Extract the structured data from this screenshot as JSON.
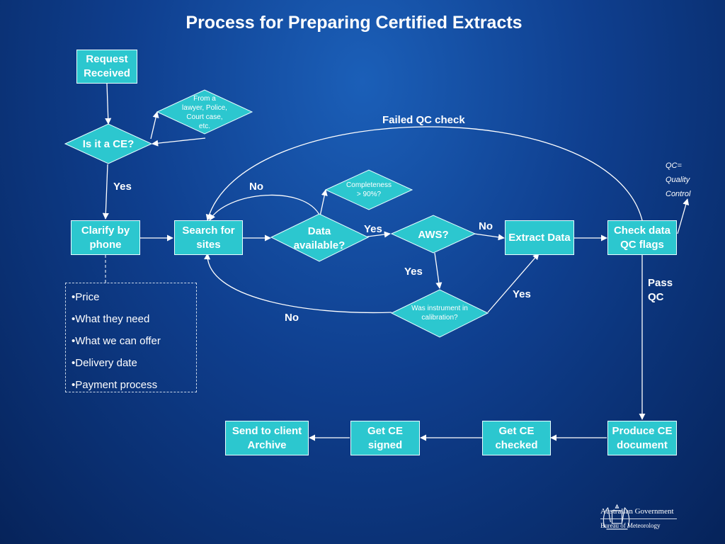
{
  "title": "Process for Preparing Certified Extracts",
  "nodes": {
    "request_received": "Request\nReceived",
    "is_it_ce": "Is it a CE?",
    "from_a_lawyer": "From a\nlawyer, Police,\nCourt case,\netc.",
    "clarify_by_phone": "Clarify by\nphone",
    "search_for_sites": "Search for\nsites",
    "data_available": "Data\navailable?",
    "completeness": "Completeness\n> 90%?",
    "aws": "AWS?",
    "extract_data": "Extract Data",
    "check_data_qc": "Check data\nQC flags",
    "was_instrument": "Was instrument in\ncalibration?",
    "produce_ce": "Produce CE\ndocument",
    "get_ce_checked": "Get CE\nchecked",
    "get_ce_signed": "Get CE\nsigned",
    "send_to_client": "Send to client\nArchive"
  },
  "labels": {
    "failed_qc_check": "Failed QC check",
    "yes_ce": "Yes",
    "no_data": "No",
    "yes_data": "Yes",
    "no_aws": "No",
    "yes_aws": "Yes",
    "yes_calibration": "Yes",
    "no_calibration": "No",
    "pass_qc": "Pass\nQC",
    "qc_note": "QC=\nQuality\nControl"
  },
  "clarify_items": [
    "•Price",
    "•What they need",
    "•What we can offer",
    "•Delivery date",
    "•Payment process"
  ],
  "footer": {
    "gov_line1": "Australian Government",
    "gov_line2": "Bureau of Meteorology"
  },
  "colors": {
    "box_fill": "#2cc7cf",
    "text": "#ffffff",
    "background": "#0f3f8f"
  }
}
